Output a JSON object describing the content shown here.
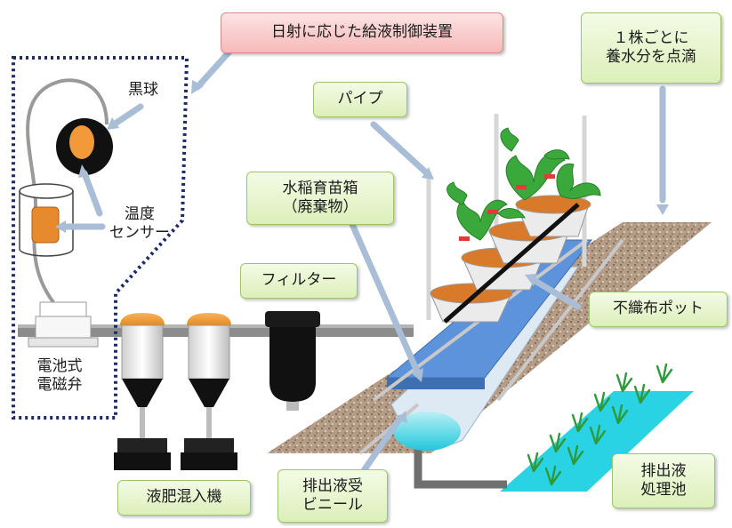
{
  "labels": {
    "controller": "日射に応じた給液制御装置",
    "drip": "１株ごとに\n養水分を点滴",
    "black_ball": "黒球",
    "temp_sensor": "温度\nセンサー",
    "pipe": "パイプ",
    "seedling_box": "水稲育苗箱\n（廃棄物）",
    "filter": "フィルター",
    "pot": "不織布ポット",
    "valve": "電池式\n電磁弁",
    "mixer": "液肥混入機",
    "drain_vinyl": "排出液受\nビニール",
    "drain_pond": "排出液\n処理池"
  },
  "colors": {
    "label_green": "#dcefb9",
    "label_pink": "#f6b9b9",
    "dotted_frame": "#1f2a6b",
    "pointer_arrow": "#a9bdd6",
    "tray_blue": "#5b8fd6",
    "pond_cyan": "#33d6e6",
    "pot_soil": "#d97a2a",
    "plant_green": "#3aa83a",
    "drip_tube": "#111111",
    "pipe_gray": "#8c8c8c"
  },
  "icons": [
    "black-globe-icon",
    "temperature-sensor-icon",
    "solenoid-valve-icon",
    "fertilizer-mixer-icon",
    "filter-icon",
    "tomato-plant-icon",
    "rice-seedling-icon"
  ]
}
